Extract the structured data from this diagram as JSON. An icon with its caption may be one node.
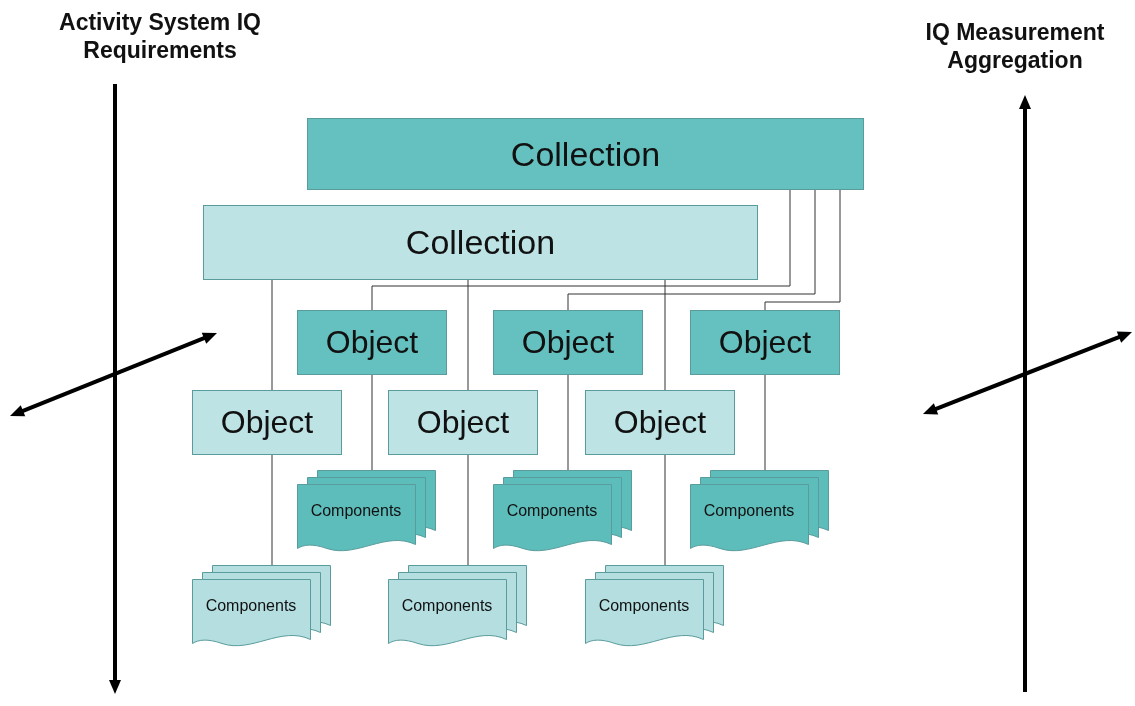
{
  "diagram": {
    "nodes": [
      {
        "text": [
          "Collection"
        ]
      },
      {
        "text": [
          "Collection"
        ]
      },
      {
        "text": [
          "Object"
        ]
      },
      {
        "text": [
          "Object"
        ]
      },
      {
        "text": [
          "Object"
        ]
      },
      {
        "text": [
          "Object"
        ]
      },
      {
        "text": [
          "Object"
        ]
      },
      {
        "text": [
          "Object"
        ]
      },
      {
        "text": [
          "Components"
        ]
      },
      {
        "text": [
          "Components"
        ]
      },
      {
        "text": [
          "Components"
        ]
      },
      {
        "text": [
          "Components"
        ]
      },
      {
        "text": [
          "Components"
        ]
      },
      {
        "text": [
          "Components"
        ]
      }
    ],
    "edges": [
      {
        "from": 0,
        "to": 2,
        "arrow": "none"
      },
      {
        "from": 0,
        "to": 3,
        "arrow": "none"
      },
      {
        "from": 0,
        "to": 4,
        "arrow": "none"
      },
      {
        "from": 1,
        "to": 5,
        "arrow": "none"
      },
      {
        "from": 1,
        "to": 6,
        "arrow": "none"
      },
      {
        "from": 1,
        "to": 7,
        "arrow": "none"
      },
      {
        "from": 2,
        "to": 8,
        "arrow": "none"
      },
      {
        "from": 3,
        "to": 9,
        "arrow": "none"
      },
      {
        "from": 4,
        "to": 10,
        "arrow": "none"
      },
      {
        "from": 5,
        "to": 11,
        "arrow": "none"
      },
      {
        "from": 6,
        "to": 12,
        "arrow": "none"
      },
      {
        "from": 7,
        "to": 13,
        "arrow": "none"
      }
    ],
    "labels": [
      "Activity System IQ Requirements",
      "IQ Measurement Aggregation"
    ]
  }
}
